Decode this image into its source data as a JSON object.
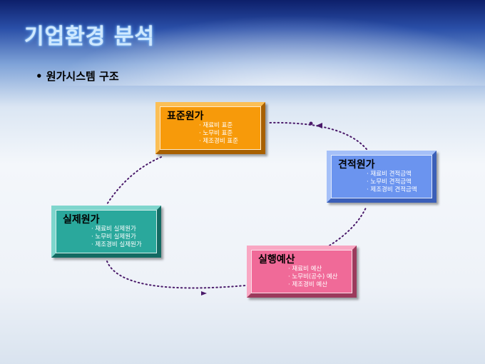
{
  "title": "기업환경 분석",
  "subtitle": "• 원가시스템 구조",
  "boxes": [
    {
      "title": "표준원가",
      "items": [
        "재료비 표준",
        "노무비 표준",
        "제조경비 표준"
      ],
      "color": "#f79a0a"
    },
    {
      "title": "견적원가",
      "items": [
        "재료비 견적금액",
        "노무비 견적금액",
        "제조경비 견적금액"
      ],
      "color": "#6b94ef"
    },
    {
      "title": "실제원가",
      "items": [
        "재료비 실제원가",
        "노무비 실제원가",
        "제조경비 실제원가"
      ],
      "color": "#2aa89c"
    },
    {
      "title": "실행예산",
      "items": [
        "재료비 예산",
        "노무비(공수) 예산",
        "제조경비 예산"
      ],
      "color": "#f06a98"
    }
  ]
}
